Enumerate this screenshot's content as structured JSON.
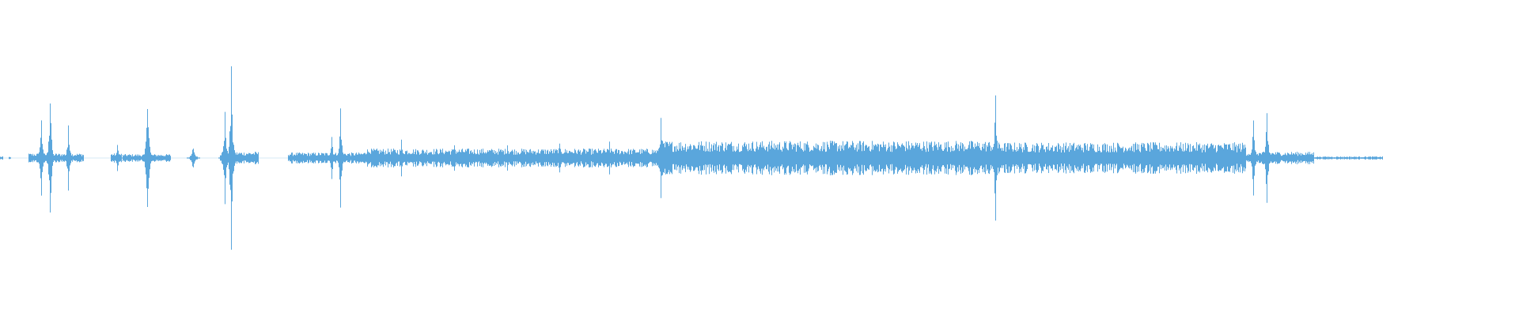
{
  "waveform": {
    "color": "#5aa6dc",
    "background": "#ffffff",
    "duration_fraction_with_signal": [
      0.0,
      0.91
    ],
    "segments": [
      {
        "start": 0.0,
        "end": 0.002,
        "amp": 0.01
      },
      {
        "start": 0.006,
        "end": 0.007,
        "amp": 0.008
      },
      {
        "start": 0.019,
        "end": 0.055,
        "amp": 0.03
      },
      {
        "start": 0.073,
        "end": 0.08,
        "amp": 0.03
      },
      {
        "start": 0.081,
        "end": 0.112,
        "amp": 0.025
      },
      {
        "start": 0.125,
        "end": 0.13,
        "amp": 0.02
      },
      {
        "start": 0.145,
        "end": 0.17,
        "amp": 0.04
      },
      {
        "start": 0.19,
        "end": 0.24,
        "amp": 0.035
      },
      {
        "start": 0.24,
        "end": 0.435,
        "amp": 0.06
      },
      {
        "start": 0.435,
        "end": 0.655,
        "amp": 0.11
      },
      {
        "start": 0.655,
        "end": 0.82,
        "amp": 0.1
      },
      {
        "start": 0.82,
        "end": 0.865,
        "amp": 0.04
      },
      {
        "start": 0.865,
        "end": 0.91,
        "amp": 0.01
      }
    ],
    "spikes": [
      {
        "pos": 0.027,
        "amp": 0.28
      },
      {
        "pos": 0.033,
        "amp": 0.42
      },
      {
        "pos": 0.045,
        "amp": 0.22
      },
      {
        "pos": 0.077,
        "amp": 0.1
      },
      {
        "pos": 0.097,
        "amp": 0.5
      },
      {
        "pos": 0.127,
        "amp": 0.1
      },
      {
        "pos": 0.148,
        "amp": 0.3
      },
      {
        "pos": 0.152,
        "amp": 0.62
      },
      {
        "pos": 0.218,
        "amp": 0.14
      },
      {
        "pos": 0.224,
        "amp": 0.33
      },
      {
        "pos": 0.243,
        "amp": 0.06
      },
      {
        "pos": 0.264,
        "amp": 0.12
      },
      {
        "pos": 0.299,
        "amp": 0.1
      },
      {
        "pos": 0.334,
        "amp": 0.09
      },
      {
        "pos": 0.368,
        "amp": 0.14
      },
      {
        "pos": 0.401,
        "amp": 0.11
      },
      {
        "pos": 0.435,
        "amp": 0.29
      },
      {
        "pos": 0.655,
        "amp": 0.45
      },
      {
        "pos": 0.825,
        "amp": 0.25
      },
      {
        "pos": 0.834,
        "amp": 0.33
      }
    ]
  }
}
